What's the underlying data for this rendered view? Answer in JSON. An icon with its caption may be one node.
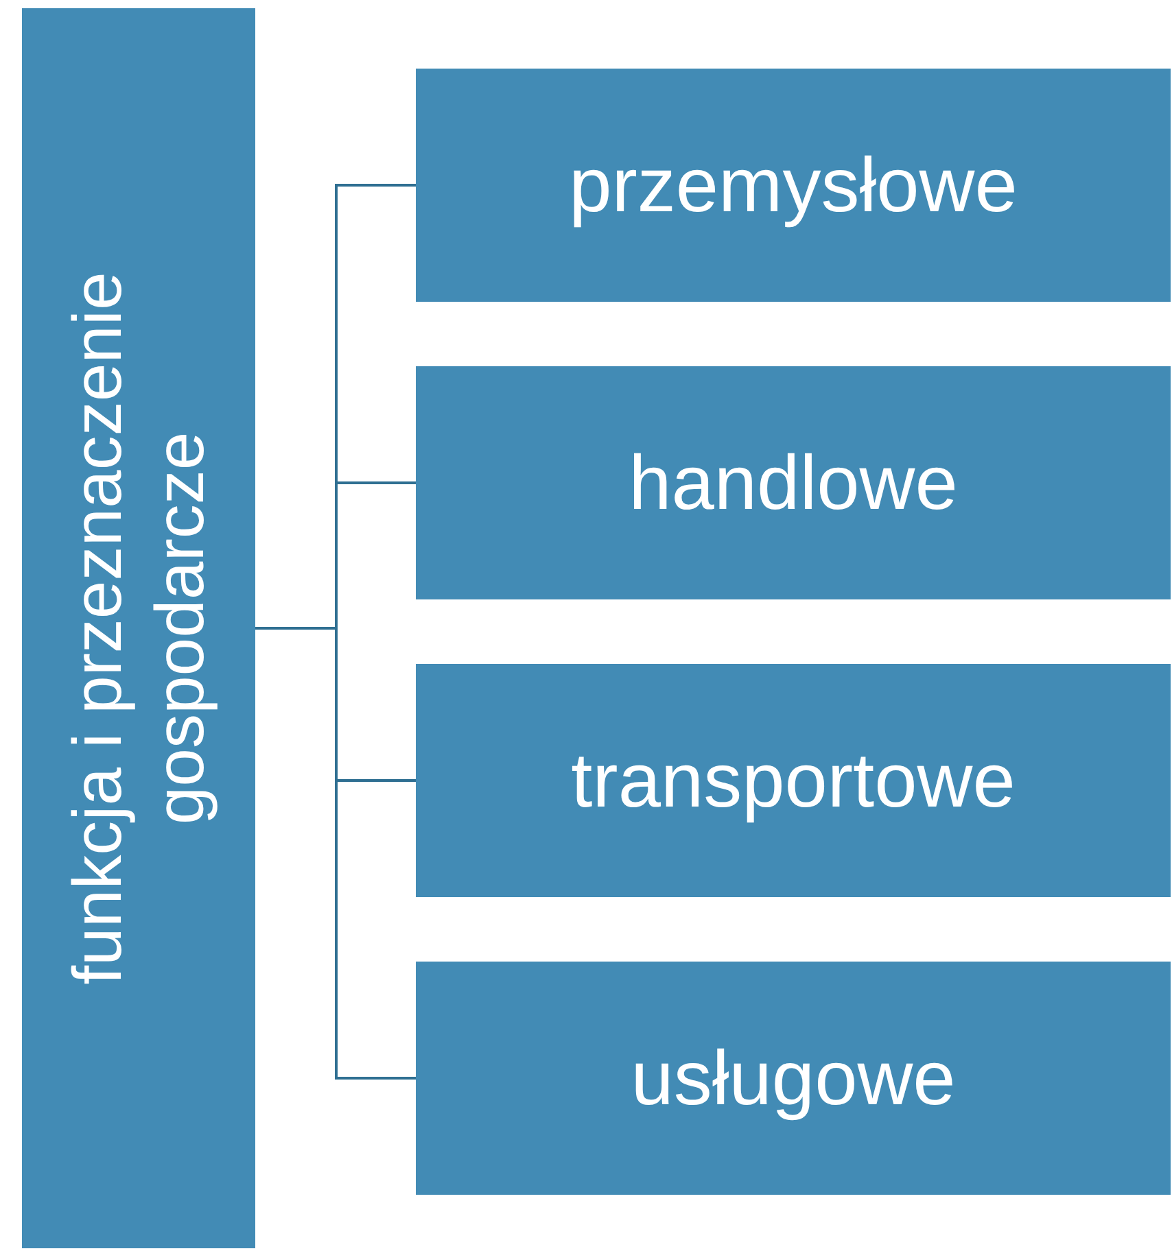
{
  "diagram": {
    "nodes": [
      {
        "text": [
          "funkcja i przeznaczenie gospodarcze"
        ]
      },
      {
        "text": [
          "przemysłowe"
        ]
      },
      {
        "text": [
          "handlowe"
        ]
      },
      {
        "text": [
          "transportowe"
        ]
      },
      {
        "text": [
          "usługowe"
        ]
      }
    ],
    "edges": [
      {
        "from": 0,
        "to": 1,
        "arrow": "none"
      },
      {
        "from": 0,
        "to": 2,
        "arrow": "none"
      },
      {
        "from": 0,
        "to": 3,
        "arrow": "none"
      },
      {
        "from": 0,
        "to": 4,
        "arrow": "none"
      }
    ]
  }
}
